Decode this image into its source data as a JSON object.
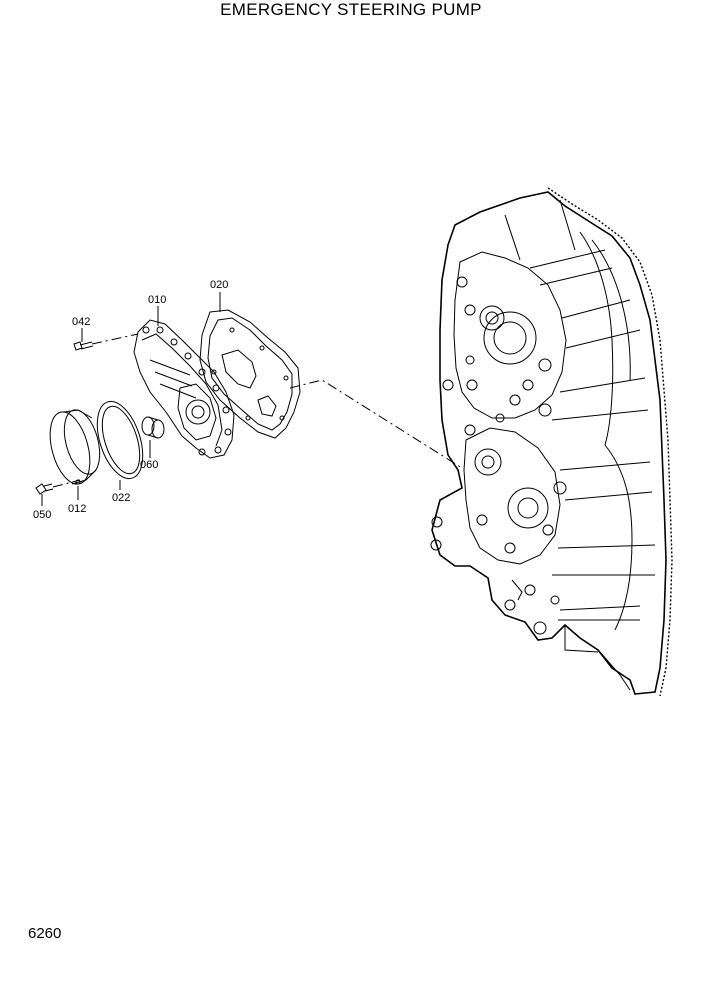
{
  "header": {
    "title": "EMERGENCY STEERING PUMP"
  },
  "footer": {
    "page_number": "6260"
  },
  "callouts": {
    "c010": "010",
    "c020": "020",
    "c042": "042",
    "c060": "060",
    "c022": "022",
    "c012": "012",
    "c050": "050"
  }
}
